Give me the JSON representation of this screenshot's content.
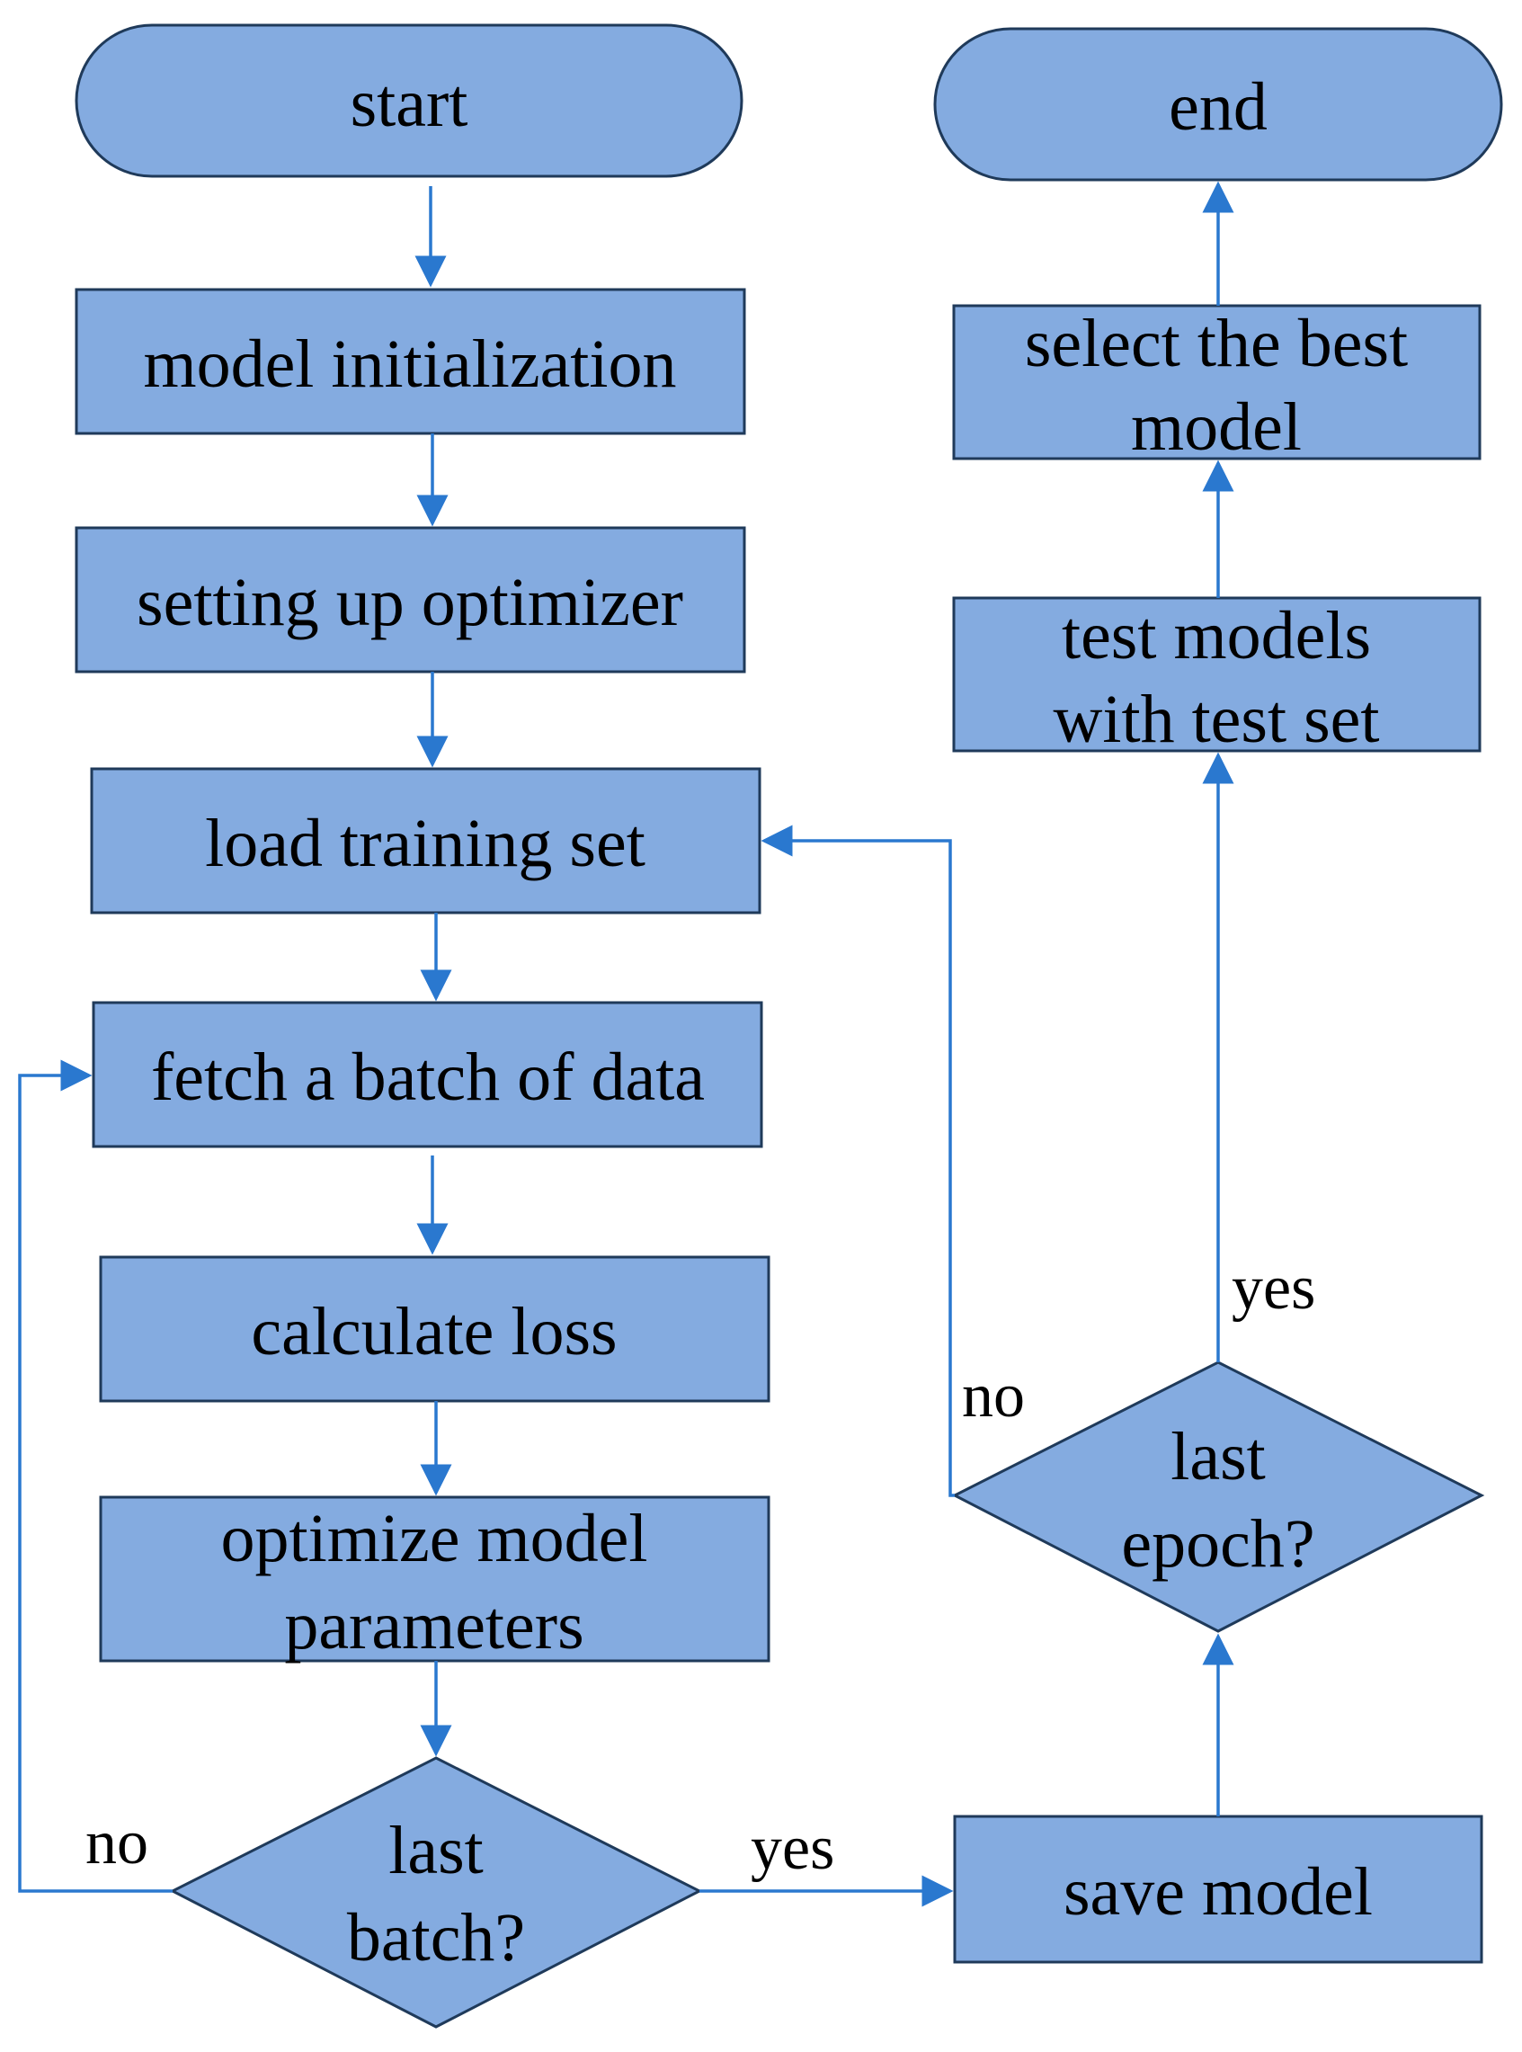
{
  "diagram": {
    "nodes": {
      "start": "start",
      "end": "end",
      "model_init": "model initialization",
      "optimizer": "setting up optimizer",
      "load_training": "load training set",
      "fetch_batch": "fetch a batch of data",
      "calc_loss": "calculate loss",
      "optimize_params_1": "optimize model",
      "optimize_params_2": "parameters",
      "last_batch_1": "last",
      "last_batch_2": "batch?",
      "save_model": "save model",
      "last_epoch_1": "last",
      "last_epoch_2": "epoch?",
      "test_models_1": "test models",
      "test_models_2": "with test set",
      "select_best_1": "select the best",
      "select_best_2": "model"
    },
    "edge_labels": {
      "batch_no": "no",
      "batch_yes": "yes",
      "epoch_no": "no",
      "epoch_yes": "yes"
    },
    "colors": {
      "node_fill": "#84abe0",
      "node_border": "#1f3a5a",
      "arrow": "#2a78cf"
    }
  }
}
